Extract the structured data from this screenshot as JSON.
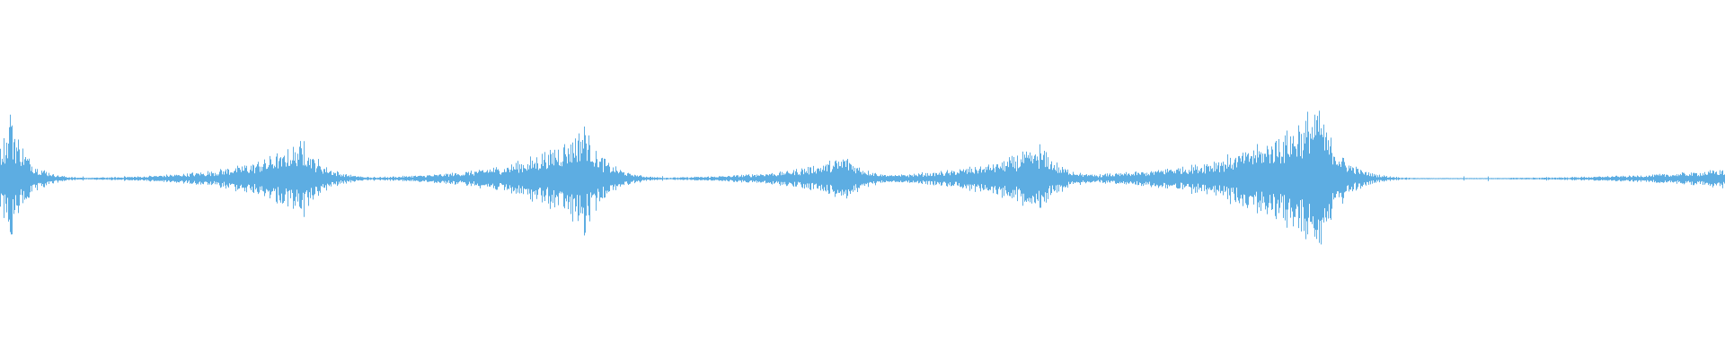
{
  "waveform": {
    "color": "#5dade2",
    "background": "#ffffff",
    "bursts": [
      {
        "peak_time": 0.006,
        "amplitude": 0.33,
        "pre_decay": 0.01,
        "post_decay": 0.01
      },
      {
        "peak_time": 0.176,
        "amplitude": 0.2,
        "pre_decay": 0.035,
        "post_decay": 0.012
      },
      {
        "peak_time": 0.339,
        "amplitude": 0.28,
        "pre_decay": 0.035,
        "post_decay": 0.012
      },
      {
        "peak_time": 0.491,
        "amplitude": 0.12,
        "pre_decay": 0.035,
        "post_decay": 0.014
      },
      {
        "peak_time": 0.603,
        "amplitude": 0.17,
        "pre_decay": 0.04,
        "post_decay": 0.014
      },
      {
        "peak_time": 0.765,
        "amplitude": 0.4,
        "pre_decay": 0.045,
        "post_decay": 0.012
      },
      {
        "peak_time": 0.999,
        "amplitude": 0.05,
        "pre_decay": 0.05,
        "post_decay": 0.005
      }
    ],
    "low_level_segments": [
      [
        0.0,
        0.02
      ],
      [
        0.141,
        0.19
      ],
      [
        0.305,
        0.357
      ],
      [
        0.455,
        0.511
      ],
      [
        0.559,
        0.622
      ],
      [
        0.723,
        0.79
      ],
      [
        0.925,
        1.0
      ]
    ],
    "specks": [
      0.048,
      0.072,
      0.093,
      0.126,
      0.13,
      0.133,
      0.148,
      0.199,
      0.217,
      0.237,
      0.241,
      0.256,
      0.263,
      0.369,
      0.384,
      0.403,
      0.413,
      0.474,
      0.525,
      0.626,
      0.644,
      0.658,
      0.668,
      0.804,
      0.849,
      0.863,
      0.897,
      0.929,
      0.945,
      0.954,
      0.962
    ]
  }
}
